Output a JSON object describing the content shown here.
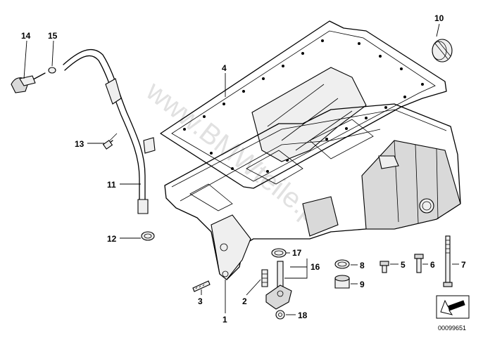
{
  "diagram": {
    "callouts": [
      {
        "id": "c1",
        "label": "1"
      },
      {
        "id": "c2",
        "label": "2"
      },
      {
        "id": "c3",
        "label": "3"
      },
      {
        "id": "c4",
        "label": "4"
      },
      {
        "id": "c5",
        "label": "5"
      },
      {
        "id": "c6",
        "label": "6"
      },
      {
        "id": "c7",
        "label": "7"
      },
      {
        "id": "c8",
        "label": "8"
      },
      {
        "id": "c9",
        "label": "9"
      },
      {
        "id": "c10",
        "label": "10"
      },
      {
        "id": "c11",
        "label": "11"
      },
      {
        "id": "c12",
        "label": "12"
      },
      {
        "id": "c13",
        "label": "13"
      },
      {
        "id": "c14",
        "label": "14"
      },
      {
        "id": "c15",
        "label": "15"
      },
      {
        "id": "c16",
        "label": "16"
      },
      {
        "id": "c17",
        "label": "17"
      },
      {
        "id": "c18",
        "label": "18"
      }
    ],
    "watermark": "www.BMWteile.pl",
    "reference_number": "00099651"
  }
}
